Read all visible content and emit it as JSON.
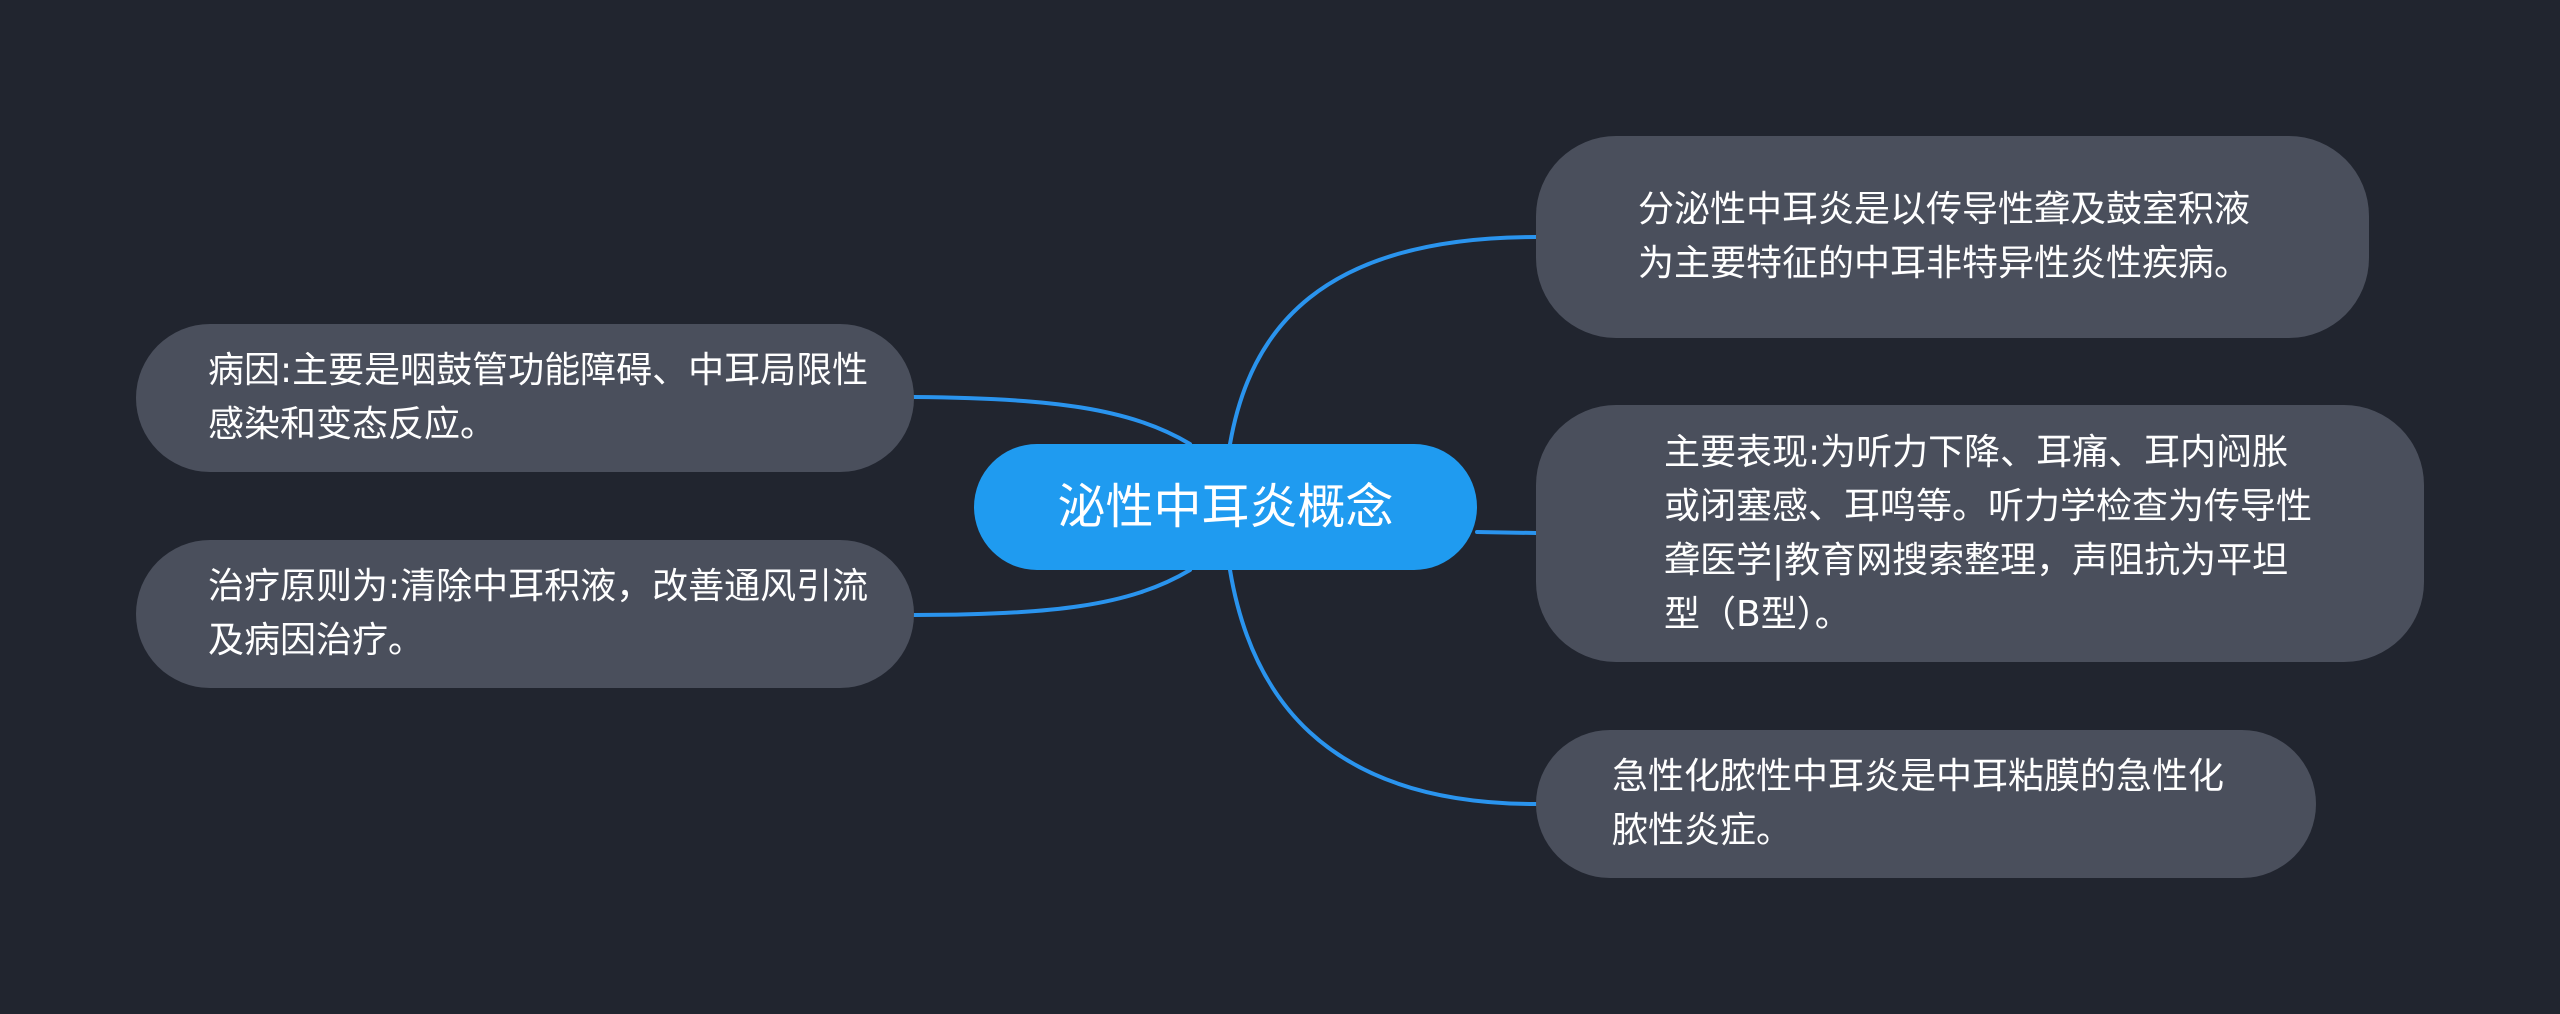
{
  "mindmap": {
    "center": "泌性中耳炎概念",
    "left": [
      {
        "text": "病因:主要是咽鼓管功能障碍、中耳局限性感染和变态反应。"
      },
      {
        "text": "治疗原则为:清除中耳积液，改善通风引流及病因治疗。"
      }
    ],
    "right": [
      {
        "text": "分泌性中耳炎是以传导性聋及鼓室积液为主要特征的中耳非特异性炎性疾病。"
      },
      {
        "text": "主要表现:为听力下降、耳痛、耳内闷胀或闭塞感、耳鸣等。听力学检查为传导性聋医学|教育网搜索整理，声阻抗为平坦型（B型）。"
      },
      {
        "text": "急性化脓性中耳炎是中耳粘膜的急性化脓性炎症。"
      }
    ]
  },
  "colors": {
    "background": "#21252f",
    "center_fill": "#1f9bf0",
    "node_fill": "#4a4f5c",
    "connector": "#2a94ee",
    "text": "#ffffff"
  }
}
